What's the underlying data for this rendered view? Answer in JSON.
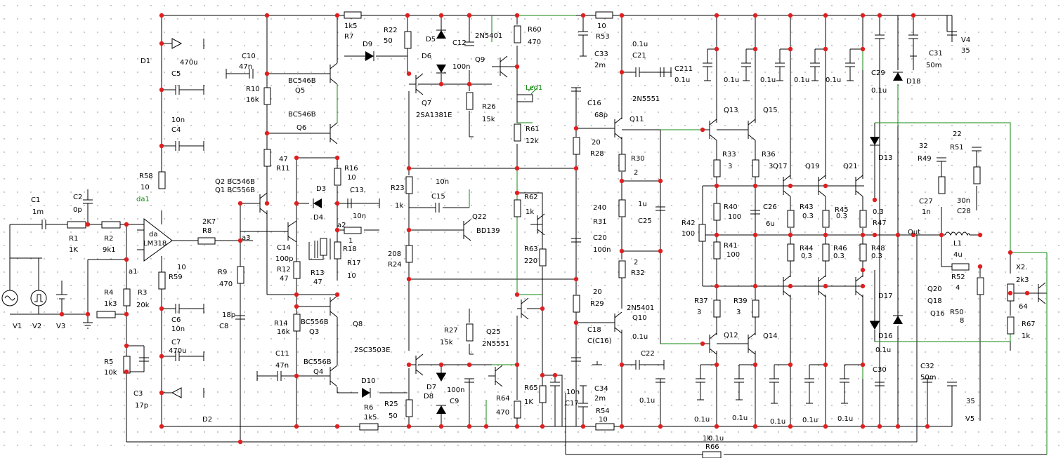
{
  "colors": {
    "wire": "#000000",
    "highlight_wire": "#118a11",
    "node": "#e02020",
    "grid": "#777777"
  },
  "labels": {
    "D1": "D1",
    "D2": "D2",
    "C470u_top": "470u",
    "C5": "C5",
    "C10n_top": "10n",
    "C4": "C4",
    "R58": "R58",
    "R58v": "10",
    "da1": "da1",
    "C1": "C1",
    "C1v": "1m",
    "C2": "C2",
    "C2v": "0p",
    "R1": "R1",
    "R1v": "1K",
    "R2": "R2",
    "R2v": "9k1",
    "R4": "R4",
    "R4v": "1k3",
    "R3": "R3",
    "R3v": "20k",
    "R5": "R5",
    "R5v": "10k",
    "C3": "C3",
    "C3v": "17p",
    "V1": "V1",
    "V2": "V2",
    "V3": "V3",
    "a1": "a1",
    "da": "da",
    "LM318": "LM318",
    "R59v": "10",
    "R59": "R59",
    "C6": "C6",
    "C6v": "10n",
    "C7": "C7",
    "C7v": "470u",
    "Q2": "Q2 BC546B",
    "Q1": "Q1 BC556B",
    "R8v": "2K7",
    "R8": "R8",
    "a3": "a3",
    "R9": "R9",
    "R9v": "470",
    "C8v": "18p",
    "C8": "C8",
    "C10": "C10",
    "C10v": "47n",
    "R10": "R10",
    "R10v": "16k",
    "Q5t": "BC546B",
    "Q5": "Q5",
    "Q6t": "BC546B",
    "Q6": "Q6",
    "R11v": "47",
    "R11": "R11",
    "R7v": "1k5",
    "R7": "R7",
    "D9": "D9",
    "R22": "R22",
    "R22v": "50",
    "D6": "D6",
    "D3": "D3",
    "D4": "D4",
    "C13": "C13.",
    "C13v": "10n",
    "R16": "R16",
    "R16v": "10",
    "a2": "a2",
    "R18v": "1",
    "R18": "R18",
    "R17": "R17",
    "R17v": "10",
    "C14": "C14",
    "C14v": "100p",
    "R12": "R12",
    "R12v": "47",
    "R13": "R13",
    "R13v": "47",
    "R14": "R14",
    "R14v": "16k",
    "Q3t": "BC556B",
    "Q3": "Q3",
    "Q8": "Q8",
    "C11": "C11",
    "C11v": "47n",
    "Q4t": "BC556B",
    "Q4": "Q4",
    "D10": "D10",
    "R6": "R6",
    "R6v": "1k5",
    "R25": "R25",
    "R25v": "50",
    "SC3503": "2SC3503E",
    "D5": "D5",
    "C12": "C12",
    "C12v": "100n",
    "Q9t": "2N5401",
    "Q9": "Q9",
    "Q7": "Q7",
    "SA1381": "2SA1381E",
    "R26": "R26",
    "R26v": "15k",
    "R60": "R60",
    "R60v": "470",
    "Led1": "Led1",
    "R61": "R61",
    "R61v": "12k",
    "C15v": "10n",
    "C15": "C15",
    "R23": "R23",
    "R23v": "1k",
    "Q22": "Q22",
    "BD139": "BD139",
    "R24v": "208",
    "R24": "R24",
    "R62": "R62",
    "R62v": "1k",
    "R63": "R63",
    "R63v": "220",
    "R27": "R27",
    "R27v": "15k",
    "Q25": "Q25",
    "N5551a": "2N5551",
    "D7": "D7",
    "D8": "D8",
    "C9v": "100n",
    "C9": "C9",
    "R64": "R64",
    "R64v": "470",
    "R65": "R65",
    "R65v": "1K",
    "C17v": "10n",
    "C17": "C17",
    "R53v": "10",
    "R53": "R53",
    "C33": "C33",
    "C33v": "2m",
    "C16": "C16",
    "C16v": "68p",
    "R28v": "20",
    "R28": "R28",
    "R31v": "240",
    "R31": "R31",
    "C20": "C20",
    "C20v": "100n",
    "R29v": "20",
    "R29": "R29",
    "C18": "C18",
    "C18v": "C(C16)",
    "C34": "C34",
    "C34v": "2m",
    "R54": "R54",
    "R54v": "10",
    "C21v": "0.1u",
    "C21": "C21",
    "C211": "C211",
    "C211v": "0.1u",
    "N5551b": "2N5551",
    "Q11": "Q11",
    "R30": "R30",
    "R30v": "2",
    "C25v": "1u",
    "C25": "C25",
    "R32v": "2",
    "R32": "R32",
    "N5401b": "2N5401",
    "Q10": "Q10",
    "C22": "C22",
    "C22v": "0.1u",
    "C22b": "0.1u",
    "Q13": "Q13",
    "Q15": "Q15",
    "R33": "R33",
    "R33v": "3",
    "R36": "R36",
    "R36v": "3",
    "Q17": "Q17",
    "Q19": "Q19",
    "Q21": "Q21",
    "D13": "D13",
    "R40": "R40",
    "R40v": "100",
    "C26": "C26",
    "C26v": "6u",
    "R42": "R42",
    "R42v": "100",
    "R41": "R41",
    "R41v": "100",
    "R43": "R43",
    "R43v": "0.3",
    "R45": "R45",
    "R45v": "0.3",
    "R47v": "0.3",
    "R47": "R47",
    "R44": "R44",
    "R44v": "0.3",
    "R46": "R46",
    "R46v": "0.3",
    "R48": "R48",
    "R48v": "0.3",
    "R37": "R37",
    "R37v": "3",
    "R39": "R39",
    "R39v": "3",
    "Q12": "Q12",
    "Q14": "Q14",
    "D17": "D17",
    "D16": "D16",
    "C29": "C29",
    "C29v": "0.1u",
    "D18": "D18",
    "C30": "C30",
    "C31": "C31",
    "C31v": "50m",
    "V4": "V4",
    "V4v": "35",
    "c01a": "0.1u",
    "c01b": "0.1u",
    "c01c": "0.1u",
    "c01d": "0.1u",
    "c01e": "0.1u",
    "c01f": "0.1u",
    "c01g": "0.1u",
    "c01h": "0.1u",
    "c01i": "0.1u",
    "c01j": "0.1u",
    "C0e": "0.1u",
    "Out": "Out",
    "R49v": "32",
    "R49": "R49",
    "R51v": "22",
    "R51": "R51",
    "C27": "C27",
    "C27v": "1n",
    "C28v": "30n",
    "C28": "C28",
    "L1": "L1",
    "L1v": "4u",
    "R52": "R52",
    "R52v": "4",
    "Q20": "Q20",
    "Q18": "Q18",
    "Q16": "Q16",
    "R50": "R50",
    "R50v": "8",
    "X2": "X2.",
    "X2v": "2k3",
    "X2n": "64",
    "R67": "R67",
    "R67v": "1k",
    "C32": "C32",
    "C32v": "50m",
    "V5v": "35",
    "V5": "V5",
    "R66": "R66",
    "R66v": "1k"
  }
}
